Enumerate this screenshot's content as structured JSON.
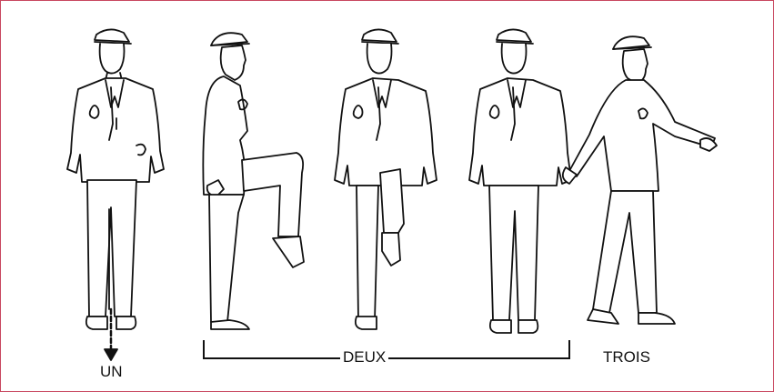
{
  "labels": {
    "step_one": "UN",
    "step_two": "DEUX",
    "step_three": "TROIS"
  },
  "colors": {
    "frame_border": "#c8475f",
    "ink": "#111111",
    "background": "#ffffff"
  }
}
